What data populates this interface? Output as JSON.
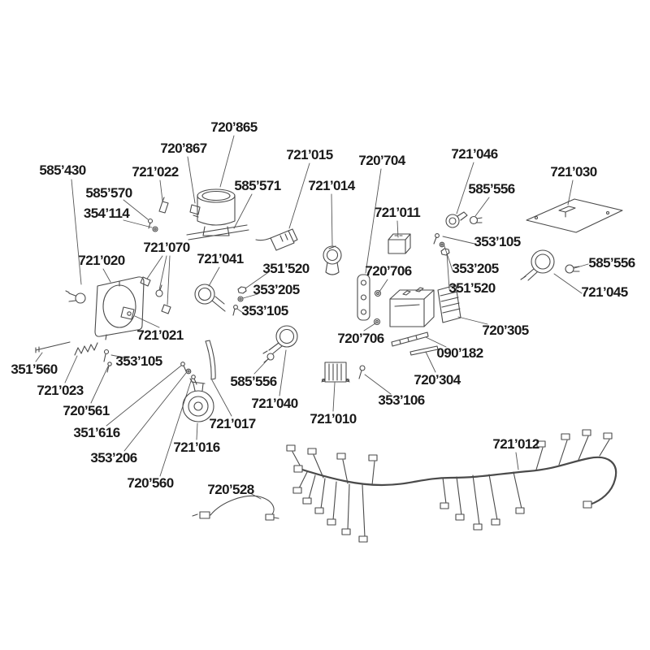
{
  "page": {
    "background": "#ffffff",
    "line_color": "#4a4a4a",
    "text_color": "#1a1a1a",
    "type": "exploded-parts-diagram"
  },
  "labels": [
    {
      "text": "585’430",
      "part": "headlight-bulb"
    },
    {
      "text": "585’570",
      "part": "small-screw"
    },
    {
      "text": "354’114",
      "part": "small-washer"
    },
    {
      "text": "721’022",
      "part": "bulb-socket"
    },
    {
      "text": "720’867",
      "part": "gauge-bracket"
    },
    {
      "text": "720’865",
      "part": "speedometer"
    },
    {
      "text": "585’571",
      "part": "speedo-cable"
    },
    {
      "text": "721’015",
      "part": "connector"
    },
    {
      "text": "721’014",
      "part": "ignition-switch"
    },
    {
      "text": "720’704",
      "part": "mounting-plate"
    },
    {
      "text": "721’011",
      "part": "relay"
    },
    {
      "text": "721’046",
      "part": "flasher"
    },
    {
      "text": "585’556",
      "part": "bulb"
    },
    {
      "text": "721’030",
      "part": "plate-assembly"
    },
    {
      "text": "353’105",
      "part": "screw"
    },
    {
      "text": "585’556",
      "part": "bulb"
    },
    {
      "text": "353’205",
      "part": "washer"
    },
    {
      "text": "351’520",
      "part": "nut"
    },
    {
      "text": "721’045",
      "part": "turn-signal"
    },
    {
      "text": "720’305",
      "part": "vent-cover"
    },
    {
      "text": "721’020",
      "part": "headlight"
    },
    {
      "text": "721’070",
      "part": "mounting-set"
    },
    {
      "text": "721’041",
      "part": "turn-signal"
    },
    {
      "text": "351’520",
      "part": "nut"
    },
    {
      "text": "353’205",
      "part": "washer"
    },
    {
      "text": "353’105",
      "part": "screw"
    },
    {
      "text": "720’706",
      "part": "grommet"
    },
    {
      "text": "720’706",
      "part": "grommet"
    },
    {
      "text": "090’182",
      "part": "tube"
    },
    {
      "text": "721’021",
      "part": "bracket"
    },
    {
      "text": "351’560",
      "part": "bolt"
    },
    {
      "text": "353’105",
      "part": "screw"
    },
    {
      "text": "721’023",
      "part": "spring"
    },
    {
      "text": "585’556",
      "part": "bulb"
    },
    {
      "text": "720’304",
      "part": "strap"
    },
    {
      "text": "720’561",
      "part": "screw"
    },
    {
      "text": "721’040",
      "part": "turn-signal"
    },
    {
      "text": "353’106",
      "part": "screw"
    },
    {
      "text": "351’616",
      "part": "screw"
    },
    {
      "text": "721’010",
      "part": "regulator"
    },
    {
      "text": "353’206",
      "part": "washer"
    },
    {
      "text": "721’017",
      "part": "bracket"
    },
    {
      "text": "720’560",
      "part": "screw"
    },
    {
      "text": "721’016",
      "part": "horn"
    },
    {
      "text": "720’528",
      "part": "cable"
    },
    {
      "text": "721’012",
      "part": "wiring-harness"
    }
  ]
}
